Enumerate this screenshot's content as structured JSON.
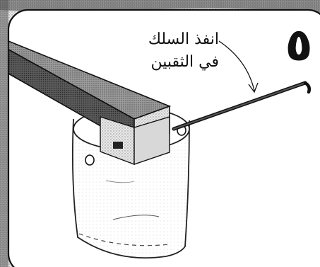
{
  "step": {
    "number": "٥"
  },
  "caption": {
    "line1": "انفذ السلك",
    "line2": "في الثقبين"
  },
  "illustration": {
    "items": [
      "wooden-bar",
      "clear-cup",
      "wire",
      "hole"
    ]
  }
}
